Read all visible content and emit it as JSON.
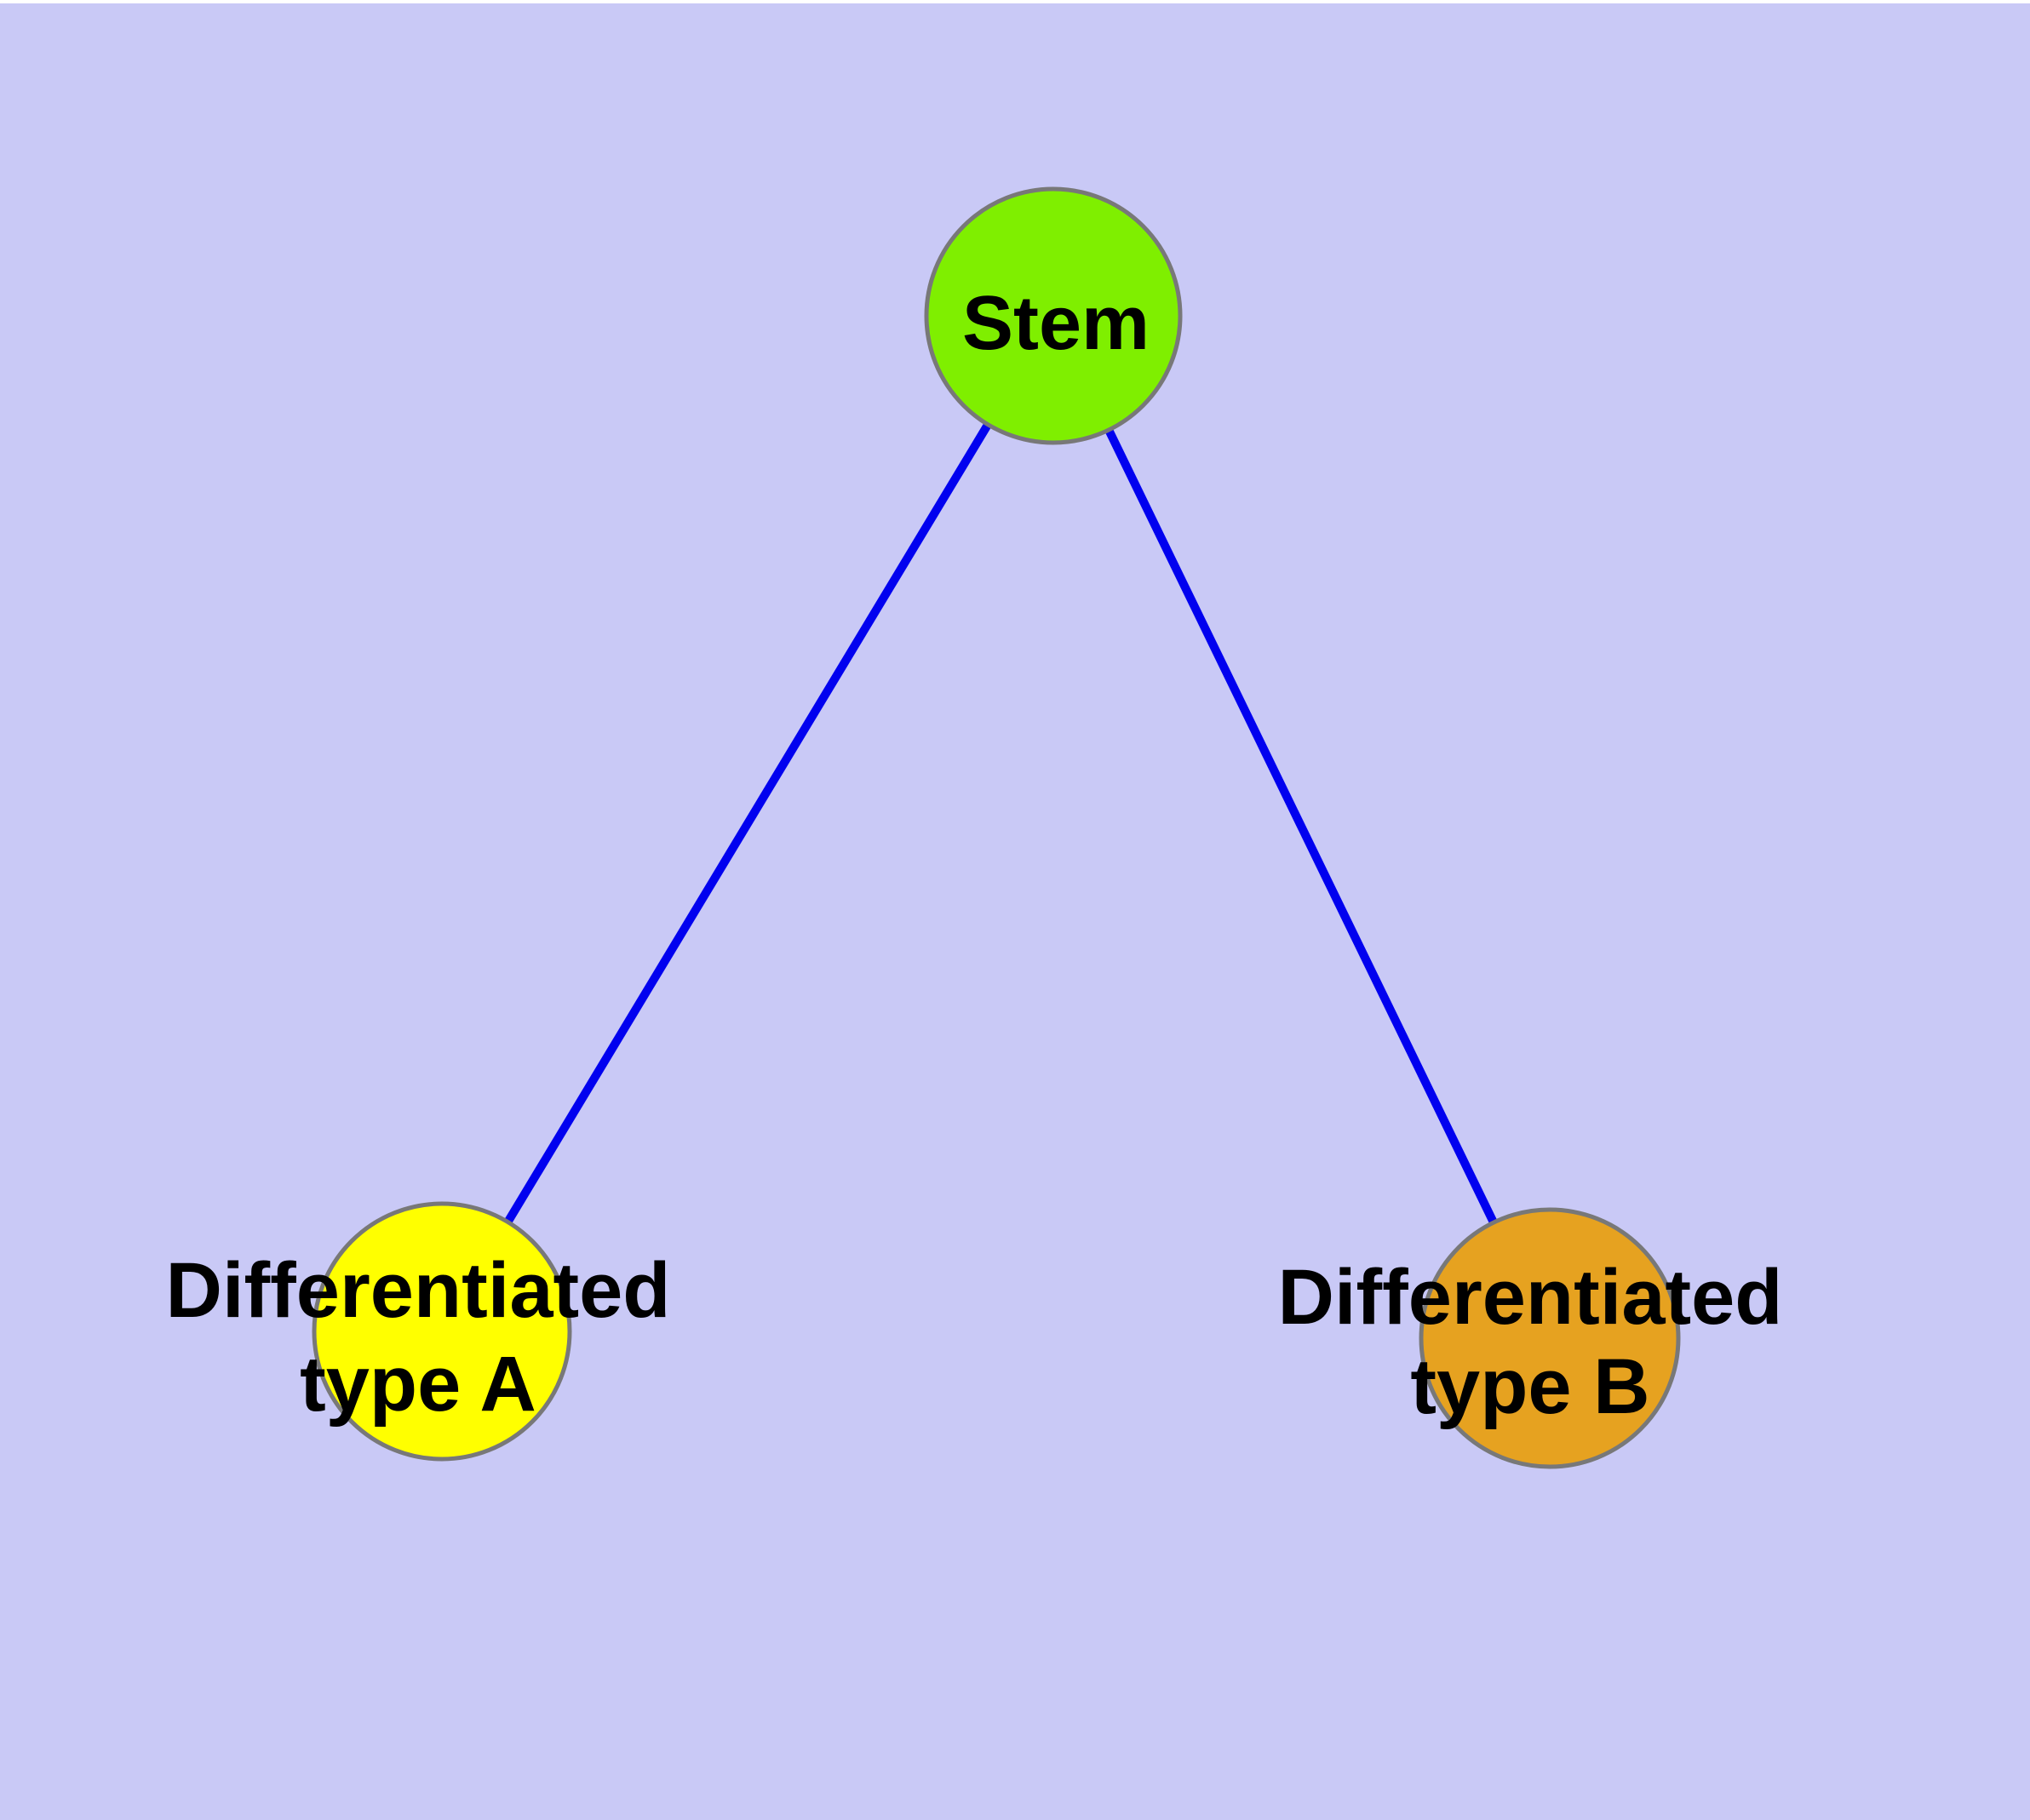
{
  "diagram": {
    "background_color": "#C9C9F6",
    "top_margin_color": "#FFFFFF",
    "label_color": "#000000",
    "edge": {
      "color": "#0101EF",
      "width": 10
    },
    "node_border": {
      "color": "#787878",
      "width": 5
    },
    "nodes": [
      {
        "id": "stem",
        "label": "Stem",
        "lines": [
          "Stem"
        ],
        "fill": "#7FEF00",
        "shape": "circle"
      },
      {
        "id": "differentiated-type-a",
        "label": "Differentiated type A",
        "lines": [
          "Differentiated",
          "type A"
        ],
        "fill": "#FFFF00",
        "shape": "circle"
      },
      {
        "id": "differentiated-type-b",
        "label": "Differentiated type B",
        "lines": [
          "Differentiated",
          "type B"
        ],
        "fill": "#E6A220",
        "shape": "circle"
      }
    ],
    "edges": [
      {
        "from": "stem",
        "to": "differentiated-type-a"
      },
      {
        "from": "stem",
        "to": "differentiated-type-b"
      }
    ]
  }
}
